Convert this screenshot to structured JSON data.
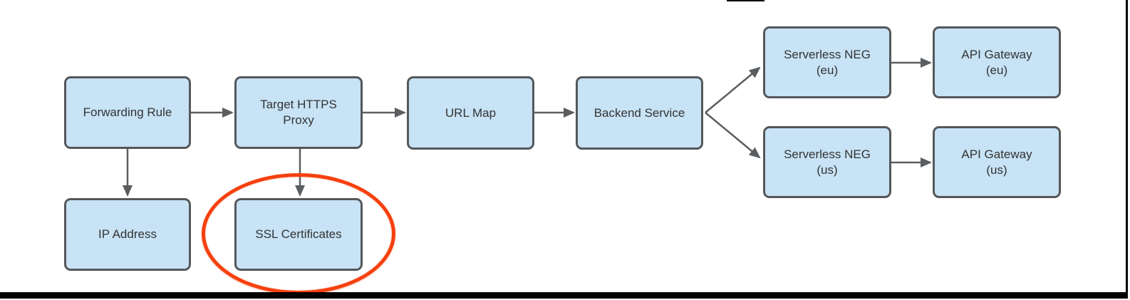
{
  "colors": {
    "node_fill": "#c7e3f5",
    "node_border": "#55575a",
    "arrow": "#5b5e61",
    "text": "#333333",
    "highlight_ellipse": "#f5400e",
    "frame": "#000000"
  },
  "nodes": {
    "forwarding_rule": {
      "label": "Forwarding Rule"
    },
    "target_https_proxy": {
      "line1": "Target HTTPS",
      "line2": "Proxy"
    },
    "url_map": {
      "label": "URL Map"
    },
    "backend_service": {
      "label": "Backend Service"
    },
    "serverless_neg_eu": {
      "line1": "Serverless NEG",
      "line2": "(eu)"
    },
    "api_gateway_eu": {
      "line1": "API Gateway",
      "line2": "(eu)"
    },
    "serverless_neg_us": {
      "line1": "Serverless NEG",
      "line2": "(us)"
    },
    "api_gateway_us": {
      "line1": "API Gateway",
      "line2": "(us)"
    },
    "ip_address": {
      "label": "IP Address"
    },
    "ssl_certificates": {
      "label": "SSL Certificates"
    }
  },
  "edges": [
    {
      "from": "Forwarding Rule",
      "to": "Target HTTPS Proxy"
    },
    {
      "from": "Forwarding Rule",
      "to": "IP Address"
    },
    {
      "from": "Target HTTPS Proxy",
      "to": "URL Map"
    },
    {
      "from": "Target HTTPS Proxy",
      "to": "SSL Certificates"
    },
    {
      "from": "URL Map",
      "to": "Backend Service"
    },
    {
      "from": "Backend Service",
      "to": "Serverless NEG (eu)"
    },
    {
      "from": "Backend Service",
      "to": "Serverless NEG (us)"
    },
    {
      "from": "Serverless NEG (eu)",
      "to": "API Gateway (eu)"
    },
    {
      "from": "Serverless NEG (us)",
      "to": "API Gateway (us)"
    }
  ],
  "annotation": {
    "shape": "ellipse",
    "highlights": "SSL Certificates",
    "color": "#f5400e"
  }
}
